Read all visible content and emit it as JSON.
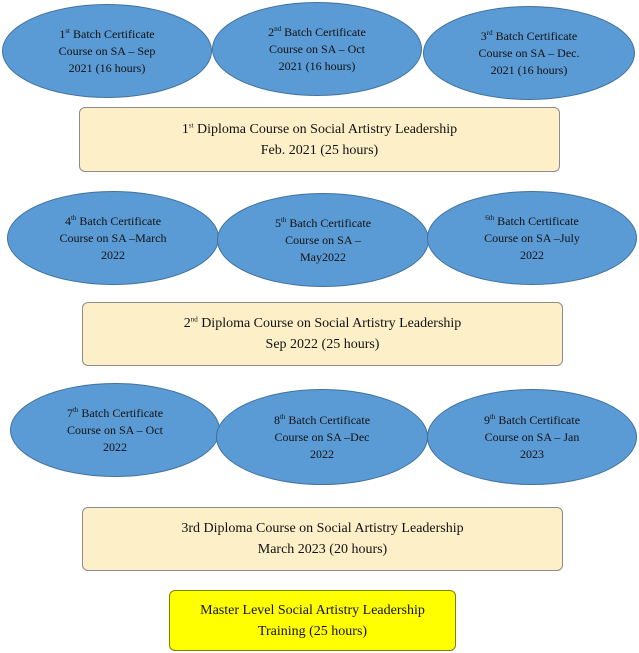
{
  "colors": {
    "ellipse_fill": "#5b9bd5",
    "diploma_fill": "#fdf0c8",
    "master_fill": "#ffff00"
  },
  "batches": [
    {
      "num": "1",
      "sup": "st",
      "rest": "Batch Certificate",
      "line2": "Course on SA – Sep",
      "line3": "2021 (16 hours)"
    },
    {
      "num": "2",
      "sup": "nd",
      "rest": "Batch Certificate",
      "line2": "Course on SA – Oct",
      "line3": "2021 (16 hours)"
    },
    {
      "num": "3",
      "sup": "rd",
      "rest": "Batch Certificate",
      "line2": "Course on SA – Dec.",
      "line3": "2021 (16 hours)"
    },
    {
      "num": "4",
      "sup": "th",
      "rest": "Batch Certificate",
      "line2": "Course on SA –March",
      "line3": "2022"
    },
    {
      "num": "5",
      "sup": "th",
      "rest": "Batch Certificate",
      "line2": "Course on SA –",
      "line3": "May2022"
    },
    {
      "num": "",
      "sup": "6th",
      "rest": "Batch Certificate",
      "line2": "Course on SA –July",
      "line3": "2022"
    },
    {
      "num": "7",
      "sup": "th",
      "rest": "Batch Certificate",
      "line2": "Course on SA – Oct",
      "line3": "2022"
    },
    {
      "num": "8",
      "sup": "th",
      "rest": "Batch Certificate",
      "line2": "Course on SA –Dec",
      "line3": "2022"
    },
    {
      "num": "9",
      "sup": "th",
      "rest": "Batch Certificate",
      "line2": "Course on SA – Jan",
      "line3": "2023"
    }
  ],
  "diplomas": [
    {
      "num": "1",
      "sup": "st",
      "rest": "Diploma Course on Social Artistry Leadership",
      "line2": "Feb. 2021 (25 hours)"
    },
    {
      "num": "2",
      "sup": "nd",
      "rest": "Diploma Course on Social Artistry Leadership",
      "line2": "Sep 2022 (25 hours)"
    },
    {
      "num": "",
      "sup": "",
      "rest": "3rd Diploma Course on Social Artistry Leadership",
      "line2": "March 2023 (20 hours)"
    }
  ],
  "master": {
    "line1": "Master Level Social Artistry Leadership",
    "line2": "Training (25 hours)"
  }
}
